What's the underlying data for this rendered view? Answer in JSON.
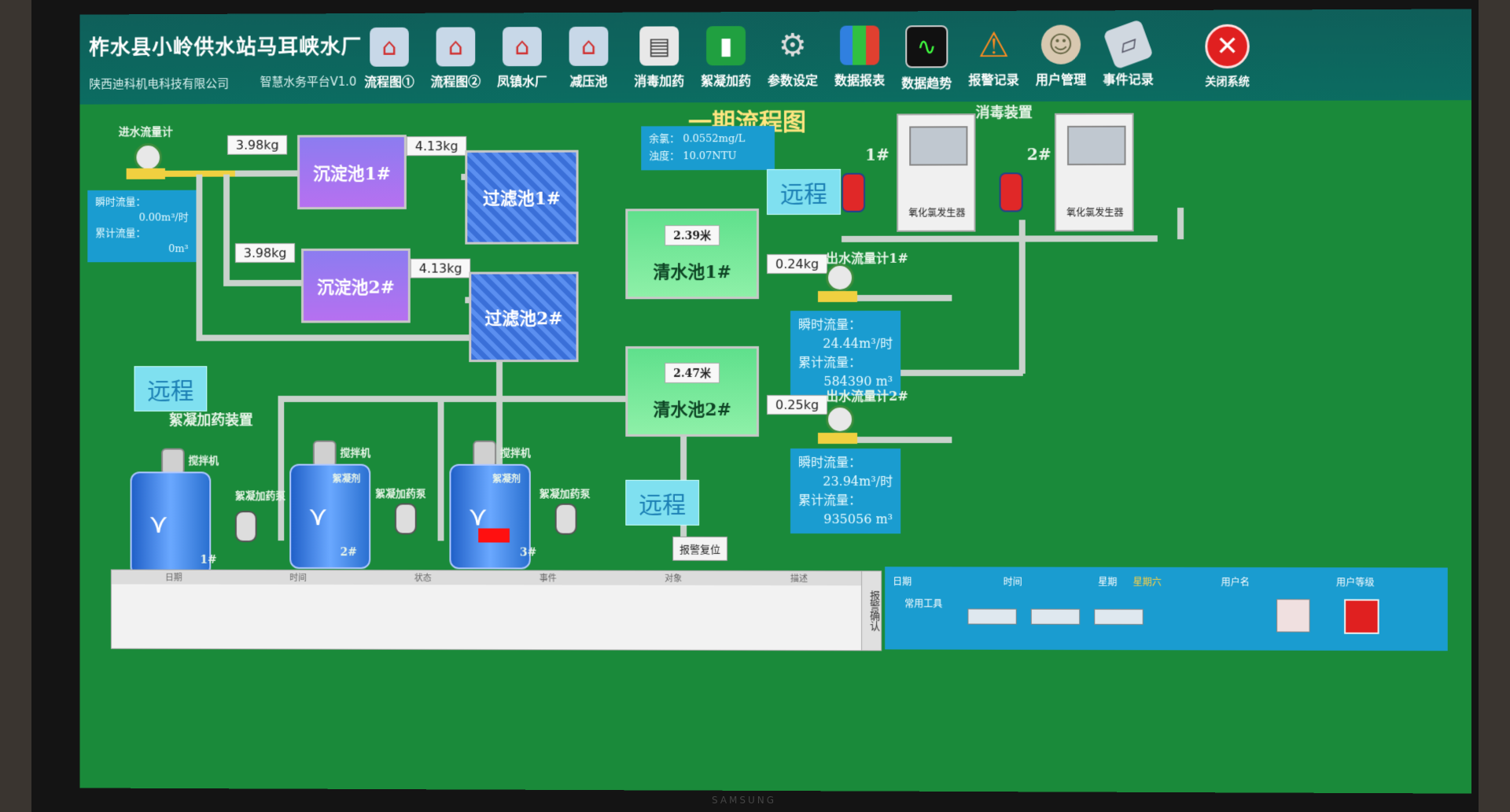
{
  "header": {
    "title": "柞水县小岭供水站马耳峡水厂",
    "subtitle": "陕西迪科机电科技有限公司",
    "platform": "智慧水务平台V1.0"
  },
  "toolbar": {
    "items": [
      {
        "label": "流程图①",
        "icon": "house-icon"
      },
      {
        "label": "流程图②",
        "icon": "house-icon"
      },
      {
        "label": "凤镇水厂",
        "icon": "house-icon"
      },
      {
        "label": "减压池",
        "icon": "house-icon"
      },
      {
        "label": "消毒加药",
        "icon": "printer-icon"
      },
      {
        "label": "絮凝加药",
        "icon": "cylinder-icon"
      },
      {
        "label": "参数设定",
        "icon": "gear-icon"
      },
      {
        "label": "数据报表",
        "icon": "bar-chart-icon"
      },
      {
        "label": "数据趋势",
        "icon": "trend-monitor-icon"
      },
      {
        "label": "报警记录",
        "icon": "warning-icon"
      },
      {
        "label": "用户管理",
        "icon": "user-icon"
      },
      {
        "label": "事件记录",
        "icon": "notebook-icon"
      }
    ],
    "close_label": "关闭系统"
  },
  "flow": {
    "title": "一期流程图",
    "inlet_meter_label": "进水流量计",
    "inlet_info": {
      "rate_label": "瞬时流量：",
      "rate_value": "0.00m³/时",
      "total_label": "累计流量：",
      "total_value": "0m³"
    },
    "sed_tanks": [
      "沉淀池1#",
      "沉淀池2#"
    ],
    "filter_tanks": [
      "过滤池1#",
      "过滤池2#"
    ],
    "clear_tanks": [
      {
        "name": "清水池1#",
        "level": "2.39米"
      },
      {
        "name": "清水池2#",
        "level": "2.47米"
      }
    ],
    "pressure_values": [
      "3.98kg",
      "4.13kg",
      "3.98kg",
      "4.13kg",
      "0.24kg",
      "0.25kg"
    ],
    "quality": {
      "chlorine": "余氯： 0.0552mg/L",
      "turbidity": "浊度： 10.07NTU"
    },
    "remote_label": "远程",
    "disinfection_label": "消毒装置",
    "disinfector_names": [
      "1#",
      "2#"
    ],
    "disinfector_caption": "氧化氯发生器",
    "outlet1": {
      "label": "出水流量计1#",
      "rate_label": "瞬时流量：",
      "rate_value": "24.44m³/时",
      "total_label": "累计流量：",
      "total_value": "584390 m³"
    },
    "outlet2": {
      "label": "出水流量计2#",
      "rate_label": "瞬时流量：",
      "rate_value": "23.94m³/时",
      "total_label": "累计流量：",
      "total_value": "935056 m³"
    },
    "coag_label": "絮凝加药装置",
    "mixer_label": "搅拌机",
    "drum_label": "絮凝剂",
    "pump_label": "絮凝加药泵",
    "drum_names": [
      "1#",
      "2#",
      "3#"
    ],
    "alarm_reset": "报警复位"
  },
  "event_log": {
    "columns": [
      "日期",
      "时间",
      "状态",
      "事件",
      "对象",
      "描述"
    ],
    "confirm_label": "报警确认"
  },
  "status": {
    "date_label": "日期",
    "time_label": "时间",
    "weekday_label": "星期",
    "weekday_value": "星期六",
    "user_label": "用户名",
    "user_level_label": "用户等级",
    "common_tools": "常用工具"
  },
  "monitor_brand": "SAMSUNG"
}
